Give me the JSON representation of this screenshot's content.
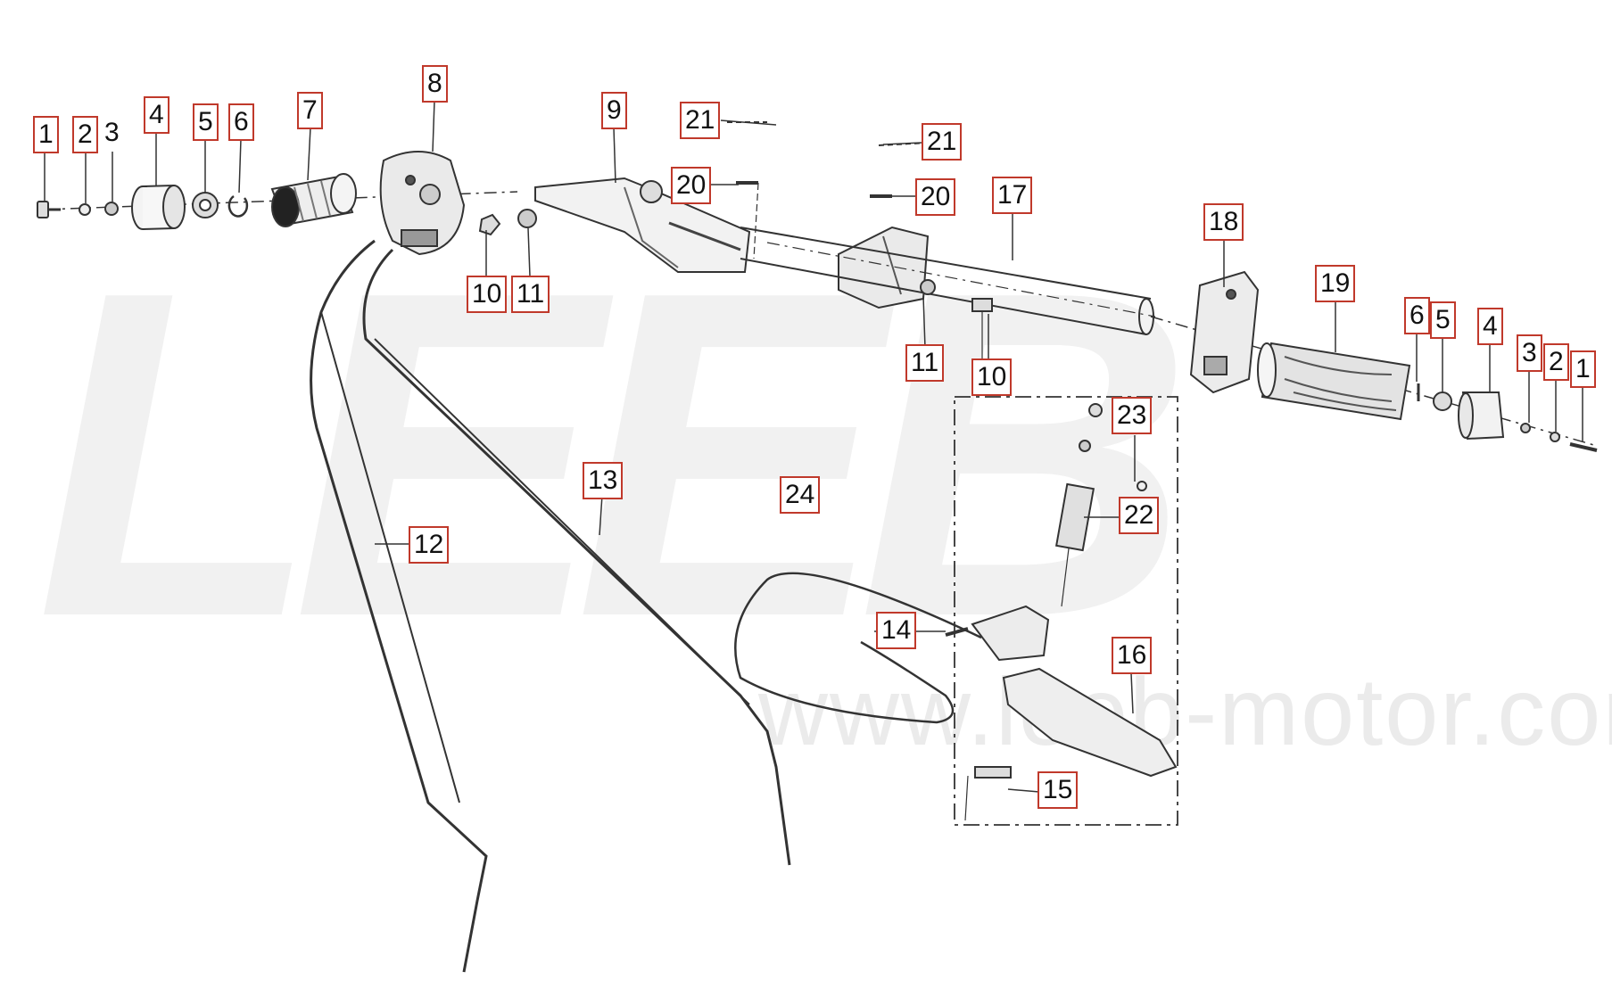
{
  "watermark": {
    "logo": "LEEB",
    "url": "www.leeb-motor.com"
  },
  "colors": {
    "callout_border": "#c0392b",
    "line": "#333333",
    "watermark": "#ebebeb"
  },
  "callouts": [
    {
      "id": "c1a",
      "label": "1"
    },
    {
      "id": "c2a",
      "label": "2"
    },
    {
      "id": "c3a",
      "label": "3"
    },
    {
      "id": "c4a",
      "label": "4"
    },
    {
      "id": "c5a",
      "label": "5"
    },
    {
      "id": "c6a",
      "label": "6"
    },
    {
      "id": "c7",
      "label": "7"
    },
    {
      "id": "c8",
      "label": "8"
    },
    {
      "id": "c9",
      "label": "9"
    },
    {
      "id": "c10a",
      "label": "10"
    },
    {
      "id": "c11a",
      "label": "11"
    },
    {
      "id": "c21a",
      "label": "21"
    },
    {
      "id": "c20a",
      "label": "20"
    },
    {
      "id": "c21b",
      "label": "21"
    },
    {
      "id": "c20b",
      "label": "20"
    },
    {
      "id": "c17",
      "label": "17"
    },
    {
      "id": "c18",
      "label": "18"
    },
    {
      "id": "c19",
      "label": "19"
    },
    {
      "id": "c11b",
      "label": "11"
    },
    {
      "id": "c10b",
      "label": "10"
    },
    {
      "id": "c6b",
      "label": "6"
    },
    {
      "id": "c5b",
      "label": "5"
    },
    {
      "id": "c4b",
      "label": "4"
    },
    {
      "id": "c3b",
      "label": "3"
    },
    {
      "id": "c2b",
      "label": "2"
    },
    {
      "id": "c1b",
      "label": "1"
    },
    {
      "id": "c23",
      "label": "23"
    },
    {
      "id": "c22",
      "label": "22"
    },
    {
      "id": "c13",
      "label": "13"
    },
    {
      "id": "c24",
      "label": "24"
    },
    {
      "id": "c12",
      "label": "12"
    },
    {
      "id": "c14",
      "label": "14"
    },
    {
      "id": "c16",
      "label": "16"
    },
    {
      "id": "c15",
      "label": "15"
    }
  ]
}
